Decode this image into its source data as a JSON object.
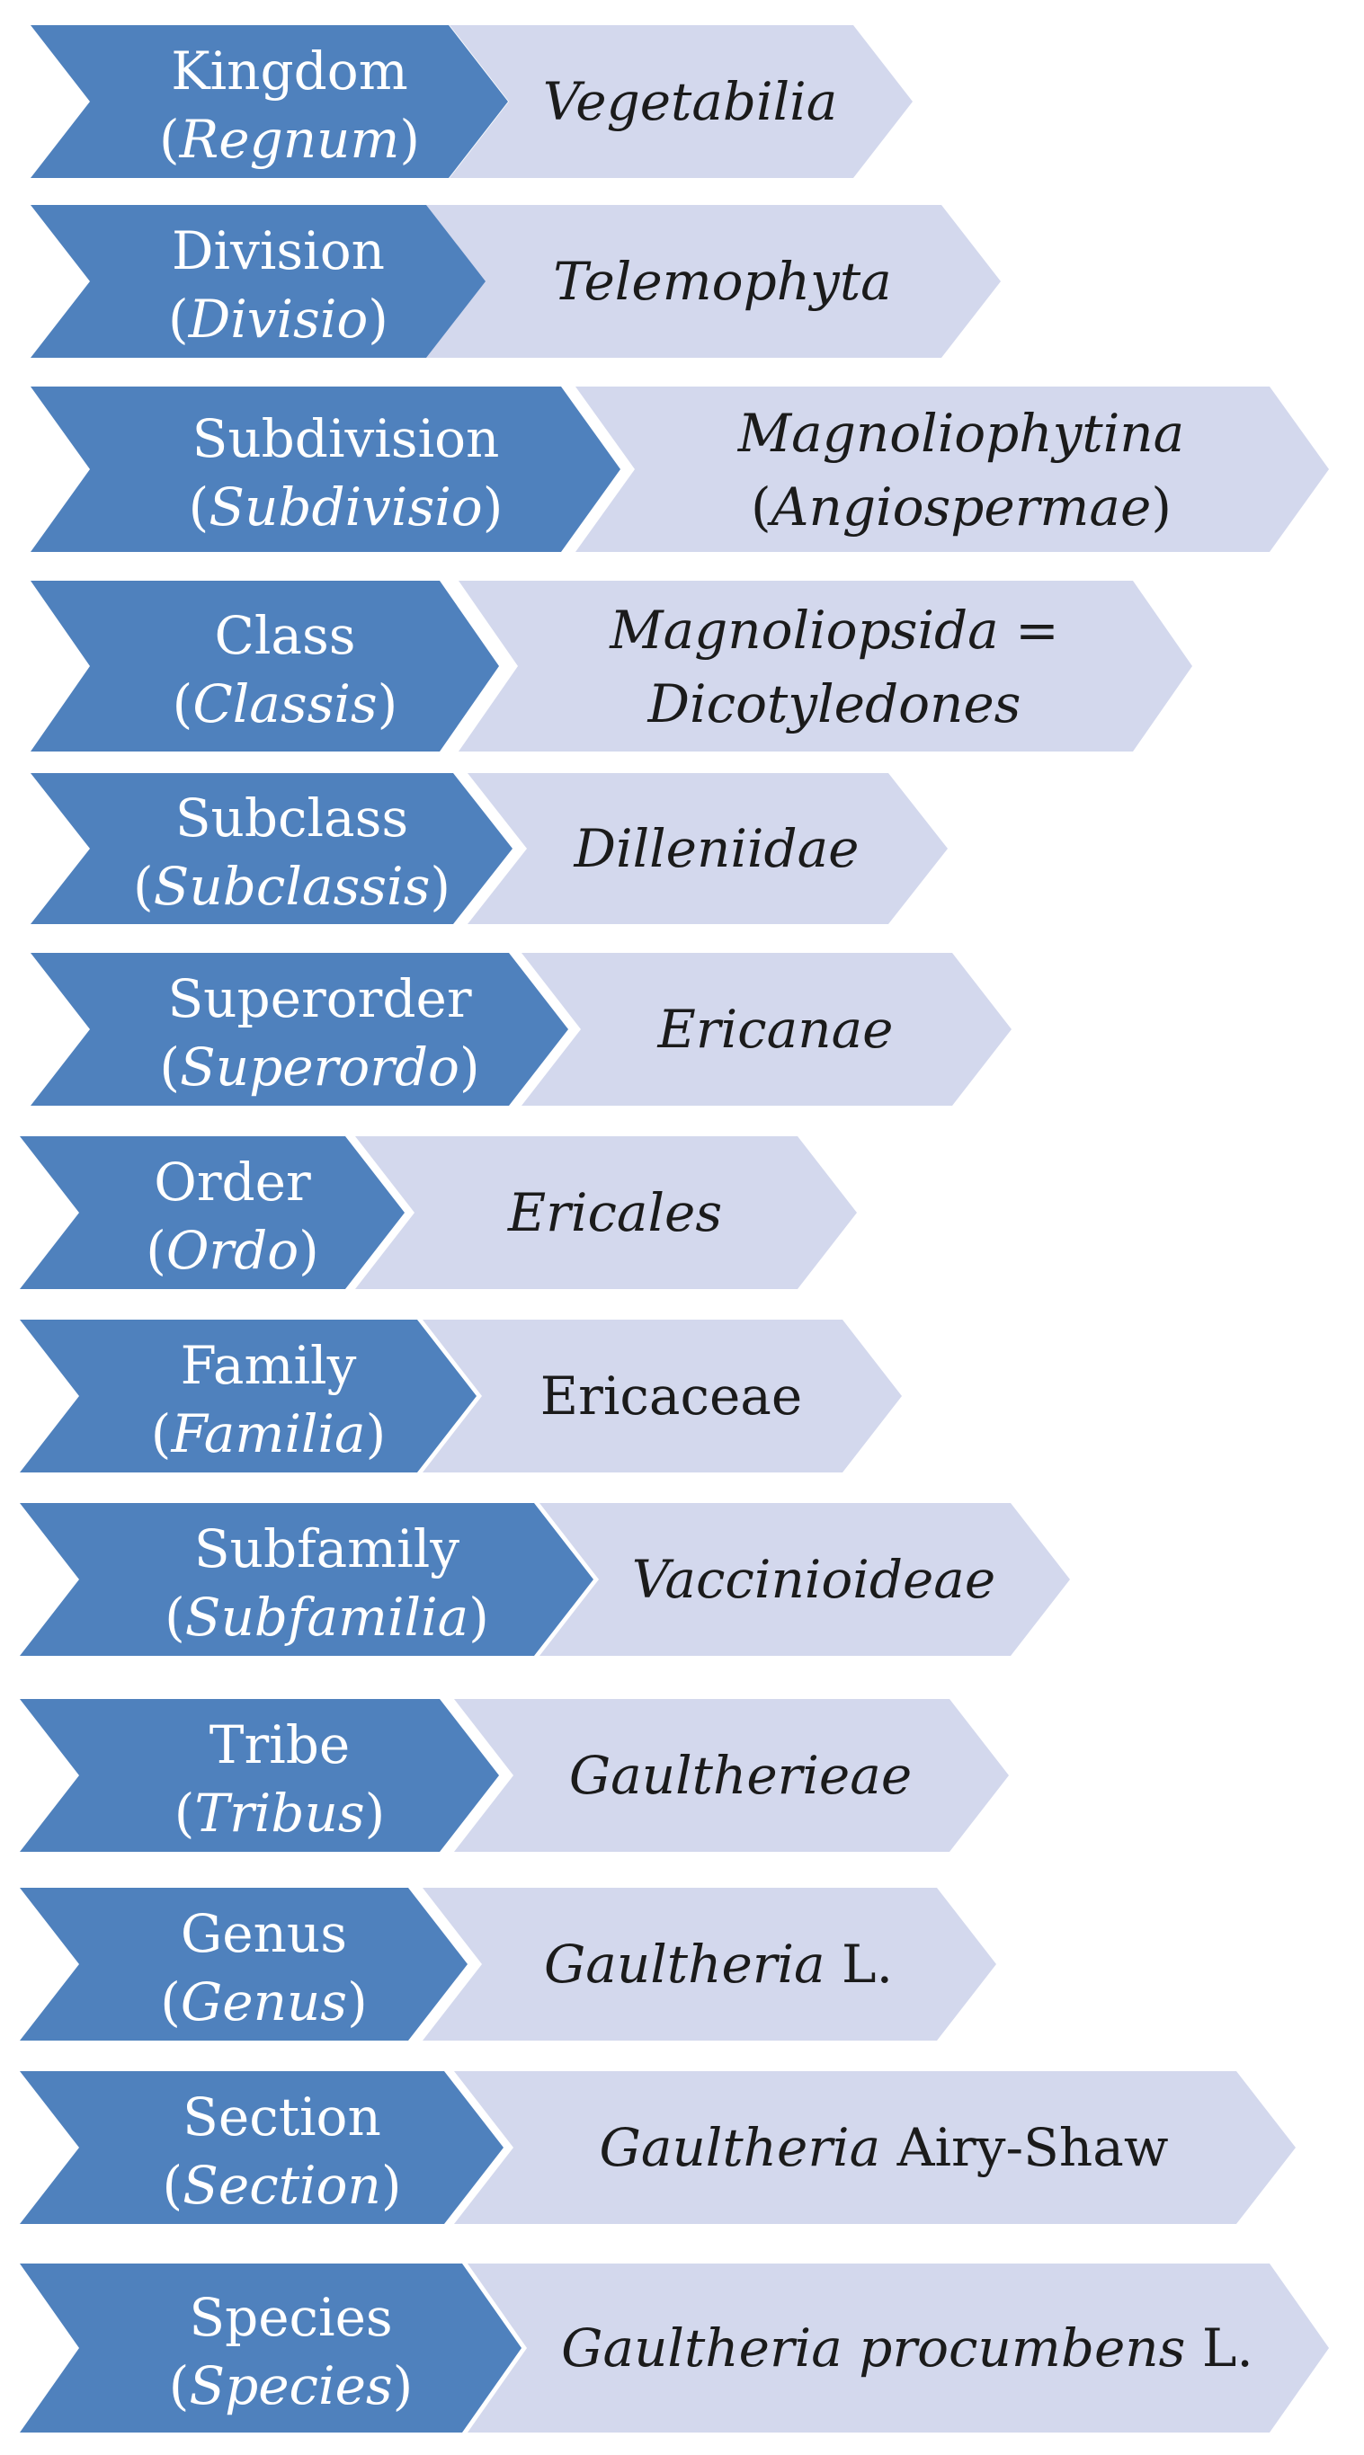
{
  "colors": {
    "rank_fill": "#4f81bd",
    "taxon_fill": "#d3d8ed",
    "rank_text": "#ffffff",
    "taxon_text": "#1b1b1b"
  },
  "rows": [
    {
      "rank": "Kingdom",
      "latin": "Regnum",
      "taxon": [
        [
          {
            "t": "Vegetabilia",
            "i": true
          }
        ]
      ]
    },
    {
      "rank": "Division",
      "latin": "Divisio",
      "taxon": [
        [
          {
            "t": "Telemophyta",
            "i": true
          }
        ]
      ]
    },
    {
      "rank": "Subdivision",
      "latin": "Subdivisio",
      "taxon": [
        [
          {
            "t": "Magnoliophytina",
            "i": true
          }
        ],
        [
          {
            "t": "(",
            "i": false
          },
          {
            "t": "Angiospermae",
            "i": true
          },
          {
            "t": ")",
            "i": false
          }
        ]
      ]
    },
    {
      "rank": "Class",
      "latin": "Classis",
      "taxon": [
        [
          {
            "t": "Magnoliopsida =",
            "i": true
          }
        ],
        [
          {
            "t": "Dicotyledones",
            "i": true
          }
        ]
      ]
    },
    {
      "rank": "Subclass",
      "latin": "Subclassis",
      "taxon": [
        [
          {
            "t": "Dilleniidae",
            "i": true
          }
        ]
      ]
    },
    {
      "rank": "Superorder",
      "latin": "Superordo",
      "taxon": [
        [
          {
            "t": "Ericanae",
            "i": true
          }
        ]
      ]
    },
    {
      "rank": "Order",
      "latin": "Ordo",
      "taxon": [
        [
          {
            "t": "Ericales",
            "i": true
          }
        ]
      ]
    },
    {
      "rank": "Family",
      "latin": "Familia",
      "taxon": [
        [
          {
            "t": "Ericaceae",
            "i": false
          }
        ]
      ]
    },
    {
      "rank": "Subfamily",
      "latin": "Subfamilia",
      "taxon": [
        [
          {
            "t": "Vaccinioideae",
            "i": true
          }
        ]
      ]
    },
    {
      "rank": "Tribe",
      "latin": "Tribus",
      "taxon": [
        [
          {
            "t": "Gaultherieae",
            "i": true
          }
        ]
      ]
    },
    {
      "rank": "Genus",
      "latin": "Genus",
      "taxon": [
        [
          {
            "t": "Gaultheria",
            "i": true
          },
          {
            "t": " L.",
            "i": false
          }
        ]
      ]
    },
    {
      "rank": "Section",
      "latin": "Section",
      "taxon": [
        [
          {
            "t": "Gaultheria",
            "i": true
          },
          {
            "t": " Airy-Shaw",
            "i": false
          }
        ]
      ]
    },
    {
      "rank": "Species",
      "latin": "Species",
      "taxon": [
        [
          {
            "t": "Gaultheria procumbens",
            "i": true
          },
          {
            "t": " L.",
            "i": false
          }
        ]
      ]
    }
  ]
}
